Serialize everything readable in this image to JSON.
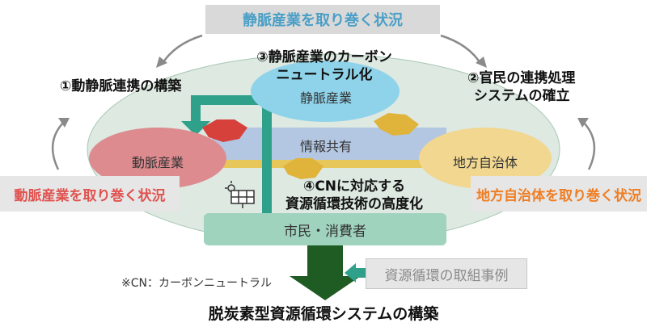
{
  "header": {
    "title": "静脈産業を取り巻く状況"
  },
  "side_boxes": {
    "left": "動脈産業を取り巻く状況",
    "right": "地方自治体を取り巻く状況"
  },
  "nodes": {
    "venous": "静脈産業",
    "arterial": "動脈産業",
    "local_gov": "地方自治体",
    "info_share": "情報共有",
    "citizens": "市民・消費者"
  },
  "labels": {
    "item1": "①動静脈連携の構築",
    "item2_line1": "②官民の連携処理",
    "item2_line2": "システムの確立",
    "item3_line1": "③静脈産業のカーボン",
    "item3_line2": "ニュートラル化",
    "item4_line1": "④CNに対応する",
    "item4_line2": "資源循環技術の高度化"
  },
  "case_box": "資源循環の取組事例",
  "note": "※CN：カーボンニュートラル",
  "footer": {
    "title": "脱炭素型資源循環システムの構築"
  },
  "colors": {
    "ellipse": "#dde9e1",
    "venous_node": "#8fd3ea",
    "arterial_node": "#dd8b8f",
    "local_gov_node": "#f1d790",
    "info_band": "#b3c6e2",
    "teal_arrow": "#2fa08a",
    "dark_green_arrow": "#1e5c24",
    "handshake_red": "#d6413c",
    "handshake_gold": "#e0b33b"
  },
  "icons": [
    "cycle-arrow-icon",
    "handshake-icon",
    "solar-panel-icon"
  ]
}
